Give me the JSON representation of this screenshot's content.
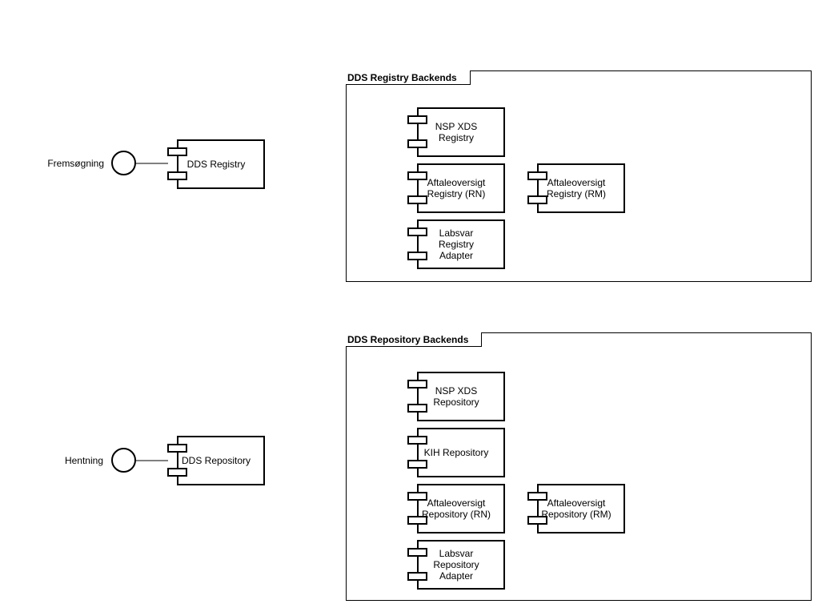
{
  "diagram": {
    "type": "uml-component-diagram",
    "background": "#ffffff",
    "line_color": "#000000",
    "connector_color": "#808080"
  },
  "interfaces": [
    {
      "id": "fremsoegning",
      "label": "Fremsøgning",
      "connects_to": "DDS Registry"
    },
    {
      "id": "hentning",
      "label": "Hentning",
      "connects_to": "DDS Repository"
    }
  ],
  "front_components": [
    {
      "id": "dds-registry",
      "label": "DDS Registry"
    },
    {
      "id": "dds-repository",
      "label": "DDS Repository"
    }
  ],
  "packages": [
    {
      "id": "dds-registry-backends",
      "title": "DDS Registry Backends",
      "components": [
        {
          "id": "nsp-xds-registry",
          "lines": [
            "NSP XDS",
            "Registry"
          ],
          "column": "left"
        },
        {
          "id": "aftaleoversigt-registry-rn",
          "lines": [
            "Aftaleoversigt",
            "Registry (RN)"
          ],
          "column": "left"
        },
        {
          "id": "aftaleoversigt-registry-rm",
          "lines": [
            "Aftaleoversigt",
            "Registry (RM)"
          ],
          "column": "right"
        },
        {
          "id": "labsvar-registry-adapter",
          "lines": [
            "Labsvar",
            "Registry",
            "Adapter"
          ],
          "column": "left"
        }
      ]
    },
    {
      "id": "dds-repository-backends",
      "title": "DDS Repository Backends",
      "components": [
        {
          "id": "nsp-xds-repository",
          "lines": [
            "NSP XDS",
            "Repository"
          ],
          "column": "left"
        },
        {
          "id": "kih-repository",
          "lines": [
            "KIH Repository"
          ],
          "column": "left"
        },
        {
          "id": "aftaleoversigt-repository-rn",
          "lines": [
            "Aftaleoversigt",
            "Repository (RN)"
          ],
          "column": "left"
        },
        {
          "id": "aftaleoversigt-repository-rm",
          "lines": [
            "Aftaleoversigt",
            "Repository (RM)"
          ],
          "column": "right"
        },
        {
          "id": "labsvar-repository-adapter",
          "lines": [
            "Labsvar",
            "Repository",
            "Adapter"
          ],
          "column": "left"
        }
      ]
    }
  ]
}
